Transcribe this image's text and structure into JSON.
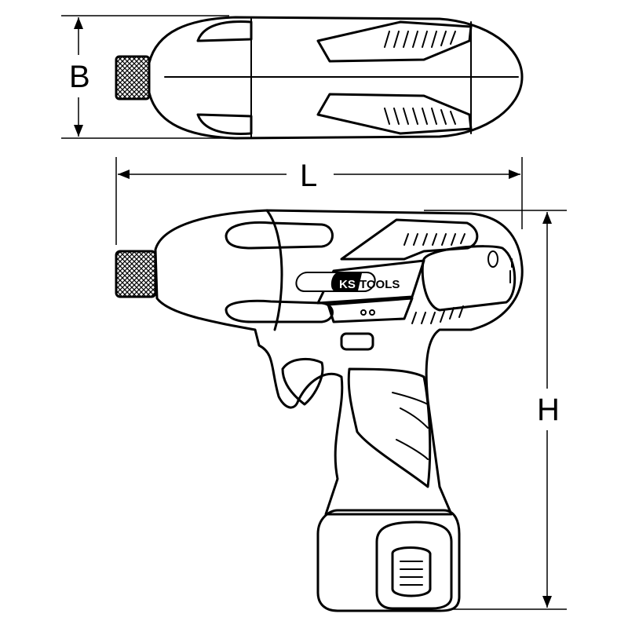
{
  "dimensions": {
    "width_label": "B",
    "length_label": "L",
    "height_label": "H"
  },
  "logo": {
    "text": "KS TOOLS",
    "brand_left": "KS",
    "brand_right": "TOOLS"
  },
  "colors": {
    "line": "#000000",
    "background": "#ffffff"
  }
}
